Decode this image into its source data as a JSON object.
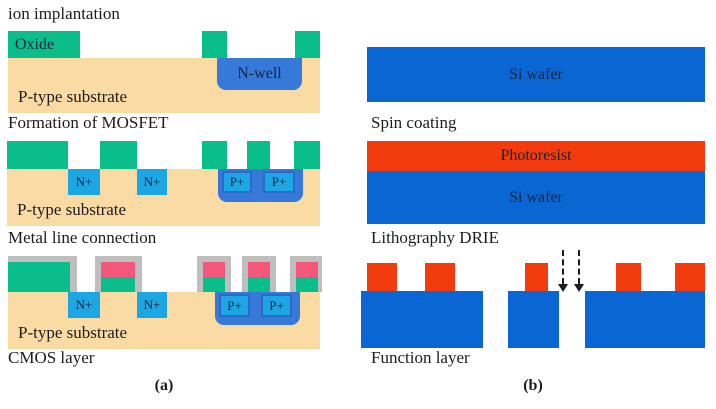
{
  "figure": {
    "background": "#ffffff",
    "panel_a": {
      "caption": "(a)",
      "titles": {
        "ion_implantation": "ion implantation",
        "formation_mosfet": "Formation of MOSFET",
        "metal_line": "Metal line connection",
        "cmos_layer": "CMOS layer"
      }
    },
    "panel_b": {
      "caption": "(b)",
      "titles": {
        "spin_coating": "Spin coating",
        "lithography": "Lithography DRIE",
        "function_layer": "Function layer"
      }
    },
    "labels": {
      "oxide": "Oxide",
      "substrate": "P-type substrate",
      "nwell": "N-well",
      "nplus": "N+",
      "pplus": "P+",
      "si_wafer": "Si wafer",
      "photoresist": "Photoresist"
    },
    "colors": {
      "oxide_green": "#0abe8c",
      "substrate_tan": "#fbdba4",
      "doped_blue": "#1ca7e4",
      "well_blue": "#3679d9",
      "metal_pink": "#f4577b",
      "metal_gray": "#bebebe",
      "wafer_blue": "#0966d2",
      "photoresist_red": "#f23c0e",
      "arrow_black": "#1c1c1c"
    }
  }
}
